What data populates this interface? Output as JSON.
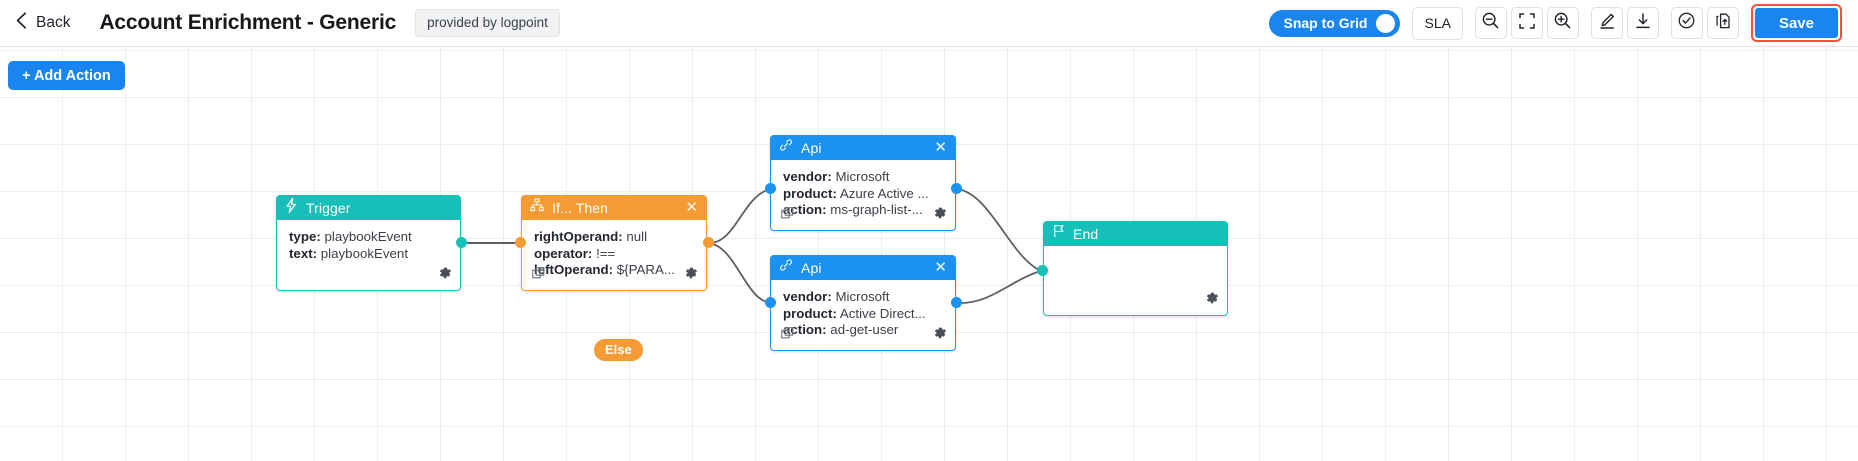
{
  "header": {
    "back_label": "Back",
    "title": "Account Enrichment - Generic",
    "provided_by": "provided by logpoint",
    "snap_to_grid_label": "Snap to Grid",
    "sla_label": "SLA",
    "save_label": "Save",
    "icons": {
      "back": "chevron-left-icon",
      "zoom_out": "zoom-out-icon",
      "fit_screen": "fit-to-screen-icon",
      "zoom_in": "zoom-in-icon",
      "annotate": "pen-underline-icon",
      "download": "download-icon",
      "validate": "check-circle-icon",
      "notes": "document-icon"
    }
  },
  "toolbar": {
    "add_action_label": "+ Add Action"
  },
  "colors": {
    "accent_blue": "#1a84f0",
    "node_blue": "#1a92f0",
    "node_teal": "#16bfb8",
    "node_orange": "#f59b35",
    "save_outline_red": "#ff4d3d",
    "grid_line": "#eceef0"
  },
  "canvas": {
    "else_badge": "Else",
    "nodes": [
      {
        "id": "trigger",
        "title": "Trigger",
        "icon": "lightning-bolt-icon",
        "color": "#16bfb8",
        "props": [
          {
            "key": "type:",
            "value": "playbookEvent"
          },
          {
            "key": "text:",
            "value": "playbookEvent"
          }
        ],
        "has_close": false,
        "has_copy": false,
        "has_gear": true
      },
      {
        "id": "if-then",
        "title": "If... Then",
        "icon": "sitemap-icon",
        "color": "#f59b35",
        "props": [
          {
            "key": "rightOperand:",
            "value": "null"
          },
          {
            "key": "operator:",
            "value": "!=="
          },
          {
            "key": "leftOperand:",
            "value": "${PARA..."
          }
        ],
        "has_close": true,
        "has_copy": true,
        "has_gear": true
      },
      {
        "id": "api-1",
        "title": "Api",
        "icon": "link-icon",
        "color": "#1a92f0",
        "props": [
          {
            "key": "vendor:",
            "value": "Microsoft"
          },
          {
            "key": "product:",
            "value": "Azure Active ..."
          },
          {
            "key": "action:",
            "value": "ms-graph-list-..."
          }
        ],
        "has_close": true,
        "has_copy": true,
        "has_gear": true
      },
      {
        "id": "api-2",
        "title": "Api",
        "icon": "link-icon",
        "color": "#1a92f0",
        "props": [
          {
            "key": "vendor:",
            "value": "Microsoft"
          },
          {
            "key": "product:",
            "value": "Active Direct..."
          },
          {
            "key": "action:",
            "value": "ad-get-user"
          }
        ],
        "has_close": true,
        "has_copy": true,
        "has_gear": true
      },
      {
        "id": "end",
        "title": "End",
        "icon": "flag-icon",
        "color": "#16bfb8",
        "props": [],
        "has_close": false,
        "has_copy": false,
        "has_gear": true
      }
    ]
  }
}
